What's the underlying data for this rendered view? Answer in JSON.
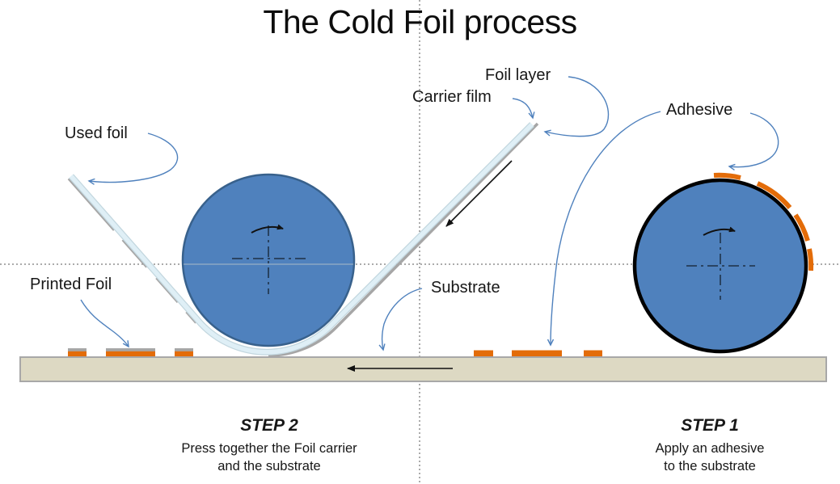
{
  "title": "The Cold Foil process",
  "labels": {
    "used_foil": "Used foil",
    "foil_layer": "Foil layer",
    "carrier_film": "Carrier film",
    "adhesive": "Adhesive",
    "printed_foil": "Printed Foil",
    "substrate": "Substrate"
  },
  "steps": [
    {
      "title": "STEP 1",
      "line1": "Apply an adhesive",
      "line2": "to the substrate"
    },
    {
      "title": "STEP 2",
      "line1": "Press together the Foil carrier",
      "line2": "and the substrate"
    }
  ],
  "colors": {
    "roller_fill": "#4f81bd",
    "left_roller_stroke": "#38618c",
    "right_roller_stroke": "#000000",
    "adhesive_orange": "#e36c09",
    "foil_grey": "#a6a6a6",
    "carrier_film_blue": "#dfeff6",
    "carrier_film_edge": "#c3d7df",
    "substrate_fill": "#ddd9c3",
    "substrate_stroke": "#a8a8a8",
    "leader_blue": "#4f81bd",
    "guide_line": "#3a3a3a"
  }
}
